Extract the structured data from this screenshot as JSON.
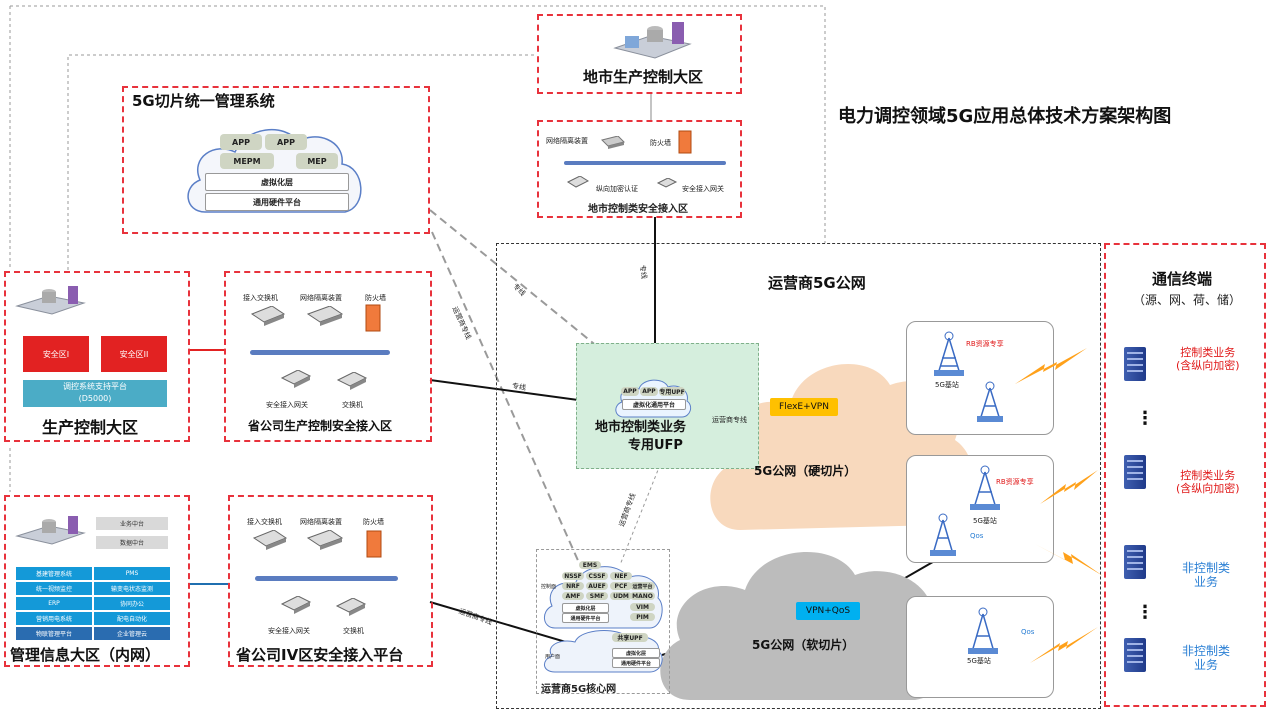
{
  "title": "电力调控领域5G应用总体技术方案架构图",
  "slice_mgmt": {
    "title": "5G切片统一管理系统",
    "app1": "APP",
    "app2": "APP",
    "mepm": "MEPM",
    "mep": "MEP",
    "virt": "虚拟化层",
    "hw": "通用硬件平台"
  },
  "city_prod": {
    "title": "地市生产控制大区"
  },
  "city_access": {
    "title": "地市控制类安全接入区",
    "isolation": "网络隔离装置",
    "firewall": "防火墙",
    "encrypt": "纵向加密认证",
    "gateway": "安全接入网关"
  },
  "prod_zone": {
    "title": "生产控制大区",
    "zone1": "安全区I",
    "zone2": "安全区II",
    "platform_line1": "调控系统支持平台",
    "platform_line2": "(D5000)"
  },
  "prov_prod_access": {
    "title": "省公司生产控制安全接入区",
    "switch_access": "接入交换机",
    "isolation": "网络隔离装置",
    "firewall": "防火墙",
    "gateway": "安全接入网关",
    "switch": "交换机"
  },
  "mgmt_zone": {
    "title": "管理信息大区（内网）",
    "biz_center": "业务中台",
    "data_center": "数据中台",
    "systems": [
      "基建管理系统",
      "PMS",
      "统一视频监控",
      "输变电状态监测",
      "ERP",
      "协同办公",
      "营销用电系统",
      "配电自动化",
      "物联管理平台",
      "企业管理云"
    ]
  },
  "prov_iv_access": {
    "title": "省公司IV区安全接入平台",
    "switch_access": "接入交换机",
    "isolation": "网络隔离装置",
    "firewall": "防火墙",
    "gateway": "安全接入网关",
    "switch": "交换机"
  },
  "operator": {
    "title": "运营商5G公网"
  },
  "ufp": {
    "app1": "APP",
    "app2": "APP",
    "upf": "专用UPF",
    "virt": "虚拟化通用平台",
    "title_line1": "地市控制类业务",
    "title_line2": "专用UFP"
  },
  "core": {
    "title": "运营商5G核心网",
    "ems": "EMS",
    "row1": [
      "NSSF",
      "CSSF",
      "NEF"
    ],
    "row2": [
      "NRF",
      "AUEF",
      "PCF"
    ],
    "row3": [
      "AMF",
      "SMF",
      "UDM"
    ],
    "ctrl": "控制面",
    "orch": "运营平台",
    "mano": "MANO",
    "virt": "虚拟化层",
    "hw": "通用硬件平台",
    "vim": "VIM",
    "pim": "PIM",
    "upf": "共享UPF",
    "user": "用户面",
    "virt2": "虚拟化层",
    "hw2": "通用硬件平台"
  },
  "links": {
    "dedicated1": "专线",
    "dedicated2": "专线",
    "dedicated3": "专线",
    "op_dedicated1": "运营商专线",
    "op_dedicated2": "运营商专线",
    "op_dedicated3": "运营商专线",
    "op_dedicated4": "运营商专线"
  },
  "hard_slice": {
    "tag": "FlexE+VPN",
    "label": "5G公网（硬切片）"
  },
  "soft_slice": {
    "tag": "VPN+QoS",
    "label": "5G公网（软切片）"
  },
  "stations": {
    "rb1": "RB资源专享",
    "bs1": "5G基站",
    "rb2": "RB资源专享",
    "bs2": "5G基站",
    "qos2": "Qos",
    "bs3": "5G基站",
    "qos3": "Qos"
  },
  "terminals": {
    "title": "通信终端",
    "subtitle": "（源、网、荷、储）",
    "t1_l1": "控制类业务",
    "t1_l2": "(含纵向加密)",
    "t2_l1": "控制类业务",
    "t2_l2": "(含纵向加密)",
    "t3_l1": "非控制类",
    "t3_l2": "业务",
    "t4_l1": "非控制类",
    "t4_l2": "业务",
    "dots": "⋮"
  },
  "colors": {
    "red": "#e8323c",
    "blue": "#1499d8",
    "yellow": "#ffc000",
    "cyan": "#00b0f0",
    "ufp_green": "#d5eedd",
    "cloud_orange": "#f8d9bd",
    "cloud_grey": "#bcbcbc"
  }
}
